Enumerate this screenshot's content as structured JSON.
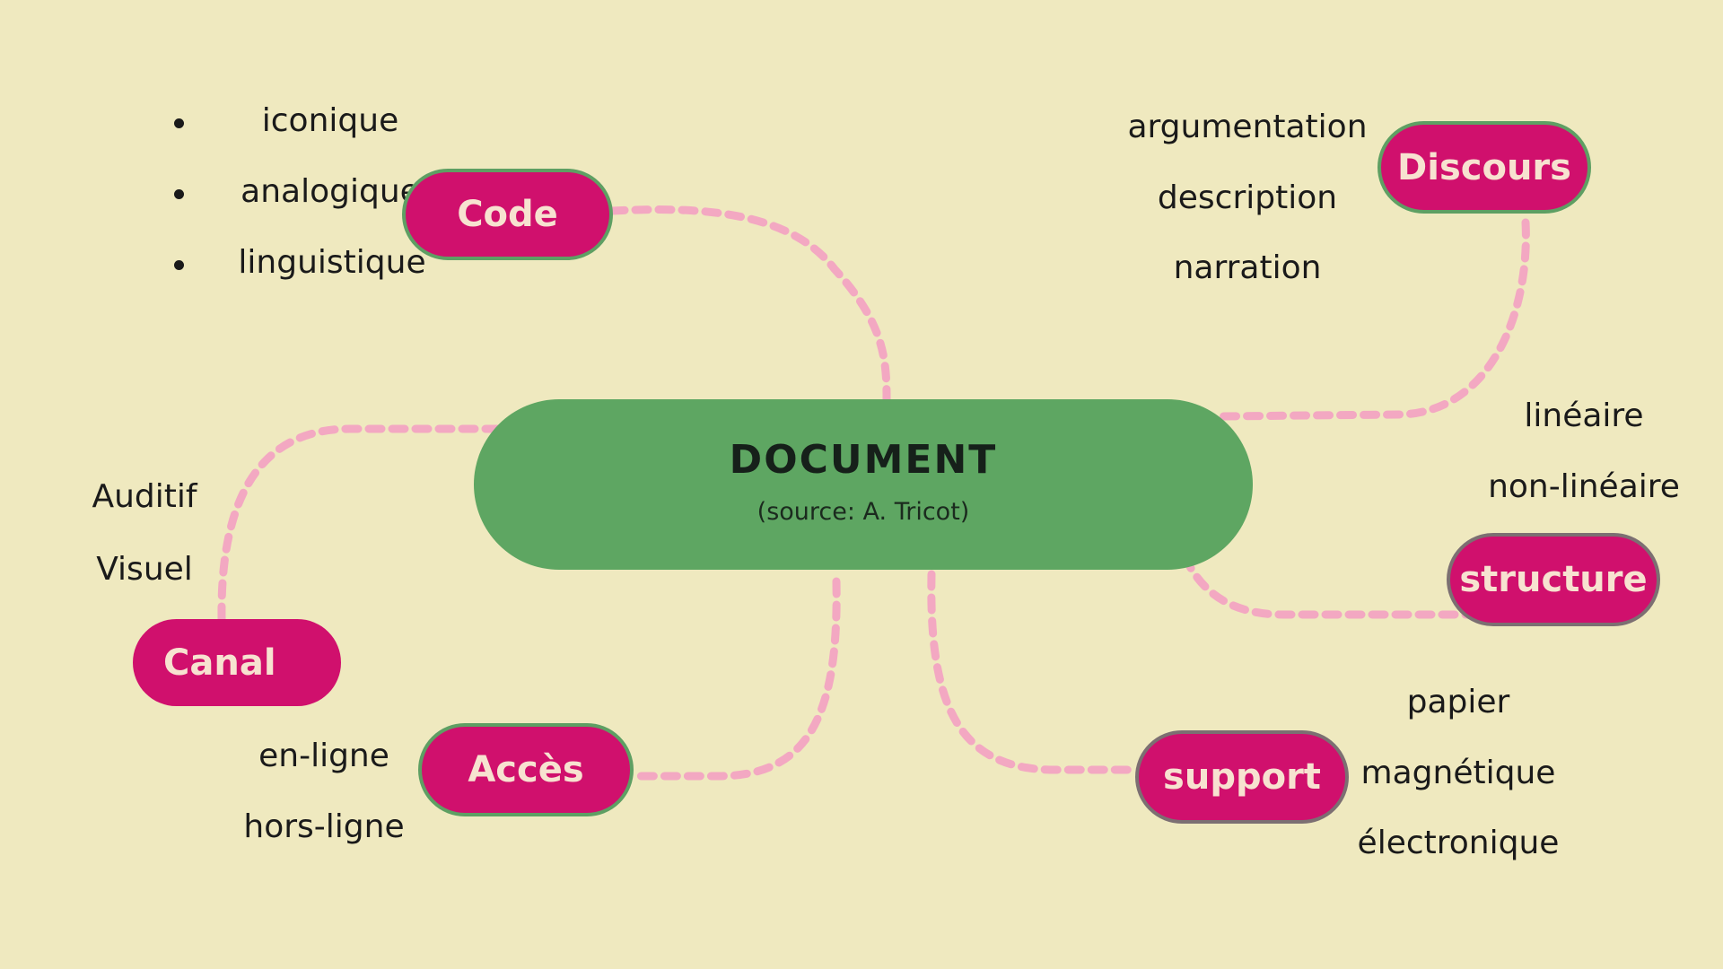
{
  "center": {
    "title": "DOCUMENT",
    "subtitle": "(source: A. Tricot)"
  },
  "nodes": {
    "code": "Code",
    "discours": "Discours",
    "structure": "structure",
    "canal": "Canal",
    "acces": "Accès",
    "support": "support"
  },
  "code_items": [
    "iconique",
    "analogique",
    "linguistique"
  ],
  "discours_items": [
    "argumentation",
    "description",
    "narration"
  ],
  "structure_items": [
    "linéaire",
    "non-linéaire"
  ],
  "canal_items": [
    "Auditif",
    "Visuel"
  ],
  "acces_items": [
    "en-ligne",
    "hors-ligne"
  ],
  "support_items": [
    "papier",
    "magnétique",
    "électronique"
  ],
  "colors": {
    "background": "#efe9bf",
    "center": "#5ea662",
    "node": "#d0106d",
    "node_text": "#f7e2d0",
    "link": "#f3a8c2"
  }
}
